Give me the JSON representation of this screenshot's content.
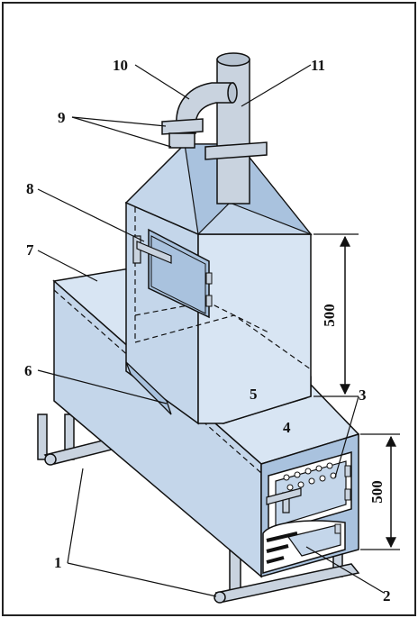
{
  "colors": {
    "body_fill": "#c4d6ea",
    "body_fill_light": "#d8e5f3",
    "body_shade": "#a9c2de",
    "pipe_fill": "#c9d3df",
    "outline": "#111111",
    "frame": "#222222"
  },
  "callouts": {
    "c1": "1",
    "c2": "2",
    "c3": "3",
    "c4": "4",
    "c5": "5",
    "c6": "6",
    "c7": "7",
    "c8": "8",
    "c9": "9",
    "c10": "10",
    "c11": "11"
  },
  "dimensions": {
    "upper_height": "500",
    "lower_height": "500"
  }
}
